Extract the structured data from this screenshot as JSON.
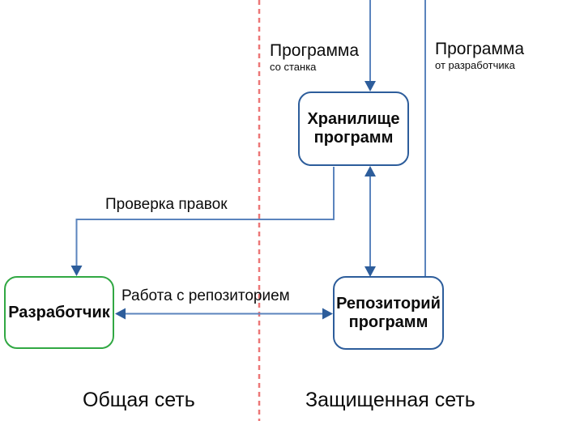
{
  "diagram": {
    "nodes": {
      "storage": {
        "line1": "Хранилище",
        "line2": "программ"
      },
      "repository": {
        "line1": "Репозиторий",
        "line2": "программ"
      },
      "developer": {
        "label": "Разработчик"
      }
    },
    "edges": {
      "program_from_machine": {
        "line1": "Программа",
        "line2": "со станка"
      },
      "program_from_developer": {
        "line1": "Программа",
        "line2": "от разработчика"
      },
      "check_edits": {
        "label": "Проверка правок"
      },
      "repository_work": {
        "label": "Работа с репозиторием"
      }
    },
    "zones": {
      "left": {
        "label": "Общая сеть"
      },
      "right": {
        "label": "Защищенная сеть"
      }
    },
    "colors": {
      "arrow": "#5b84bd",
      "arrowhead": "#2d5d9b",
      "node_border_blue": "#2d5d9b",
      "node_border_green": "#31a843",
      "boundary": "#ec7777",
      "text": "#0b0b0b"
    }
  }
}
